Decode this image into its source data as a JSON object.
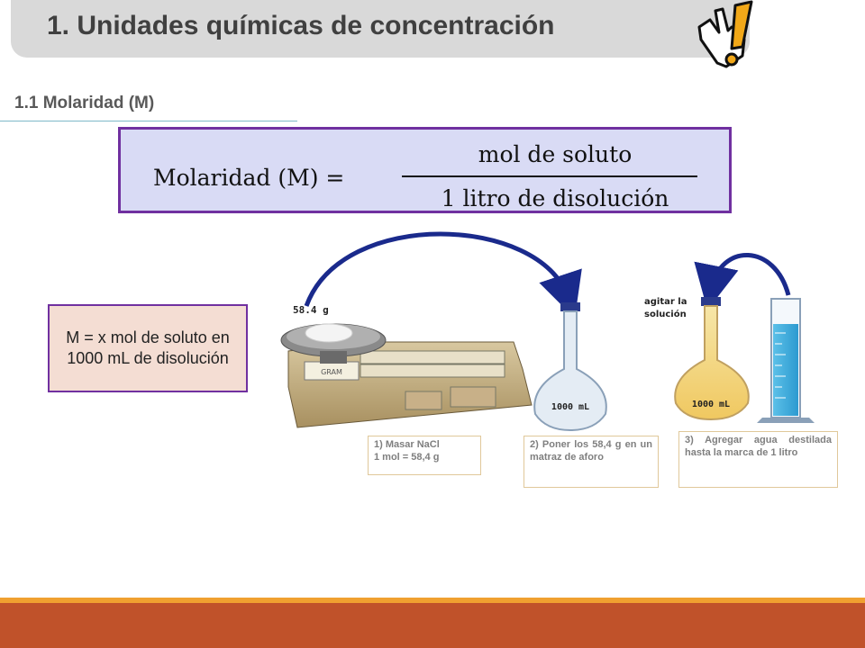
{
  "header": {
    "title": "1. Unidades químicas de concentración",
    "icon": "hand-pointer-warning-icon"
  },
  "section": {
    "title": "1.1 Molaridad (M)"
  },
  "formula": {
    "lhs": "Molaridad (M) =",
    "numerator": "mol de soluto",
    "denominator": "1 litro de disolución"
  },
  "definition_box": {
    "text": "M = x mol de soluto en 1000 mL de disolución"
  },
  "illustration": {
    "mass_label": "58.4 g",
    "flask1_label": "1000 mL",
    "flask2_label": "1000 mL",
    "shake_label_line1": "agitar la",
    "shake_label_line2": "solución",
    "scale_tag": "GRAM"
  },
  "steps": [
    {
      "line1": "1) Masar NaCl",
      "line2": "1 mol = 58,4 g"
    },
    {
      "text": "2) Poner los 58,4 g en un matraz de aforo"
    },
    {
      "text": "3) Agregar agua destilada hasta la marca de 1 litro"
    }
  ],
  "colors": {
    "accent": "#7030a0",
    "formula_bg": "#d9dbf5",
    "box_bg": "#f4ddd3",
    "footer": "#c0522a",
    "footer_line": "#f0a030"
  }
}
